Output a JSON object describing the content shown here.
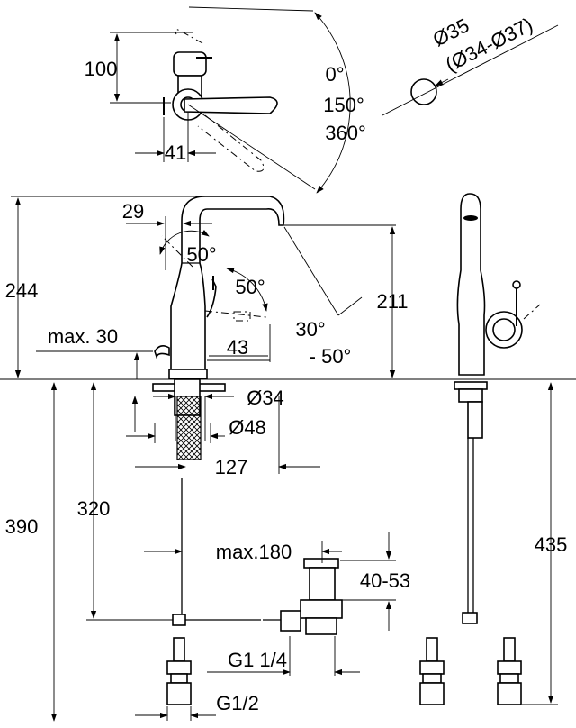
{
  "top_view": {
    "dim_height": "100",
    "dim_width": "41",
    "angle_a": "0°",
    "angle_b": "150°",
    "angle_c": "360°"
  },
  "hole": {
    "diameter": "Ø35",
    "diameter_alt": "(Ø34-Ø37)"
  },
  "front_view": {
    "dim_total_height": "244",
    "dim_spout_reach": "29",
    "angle_lever": "50°",
    "angle_lever_side": "50°",
    "dim_spout_height": "211",
    "angle_swivel_a": "30°",
    "angle_swivel_b": "- 50°",
    "dim_max_deck": "max. 30",
    "dim_lever_offset": "43",
    "dim_shank": "Ø34",
    "dim_base": "Ø48",
    "dim_reach": "127"
  },
  "below_deck": {
    "dim_total": "390",
    "dim_rod": "320",
    "dim_waste_offset": "max.180",
    "dim_waste_range": "40-53",
    "thread_waste": "G1 1/4",
    "thread_supply": "G1/2",
    "dim_side_total": "435"
  }
}
